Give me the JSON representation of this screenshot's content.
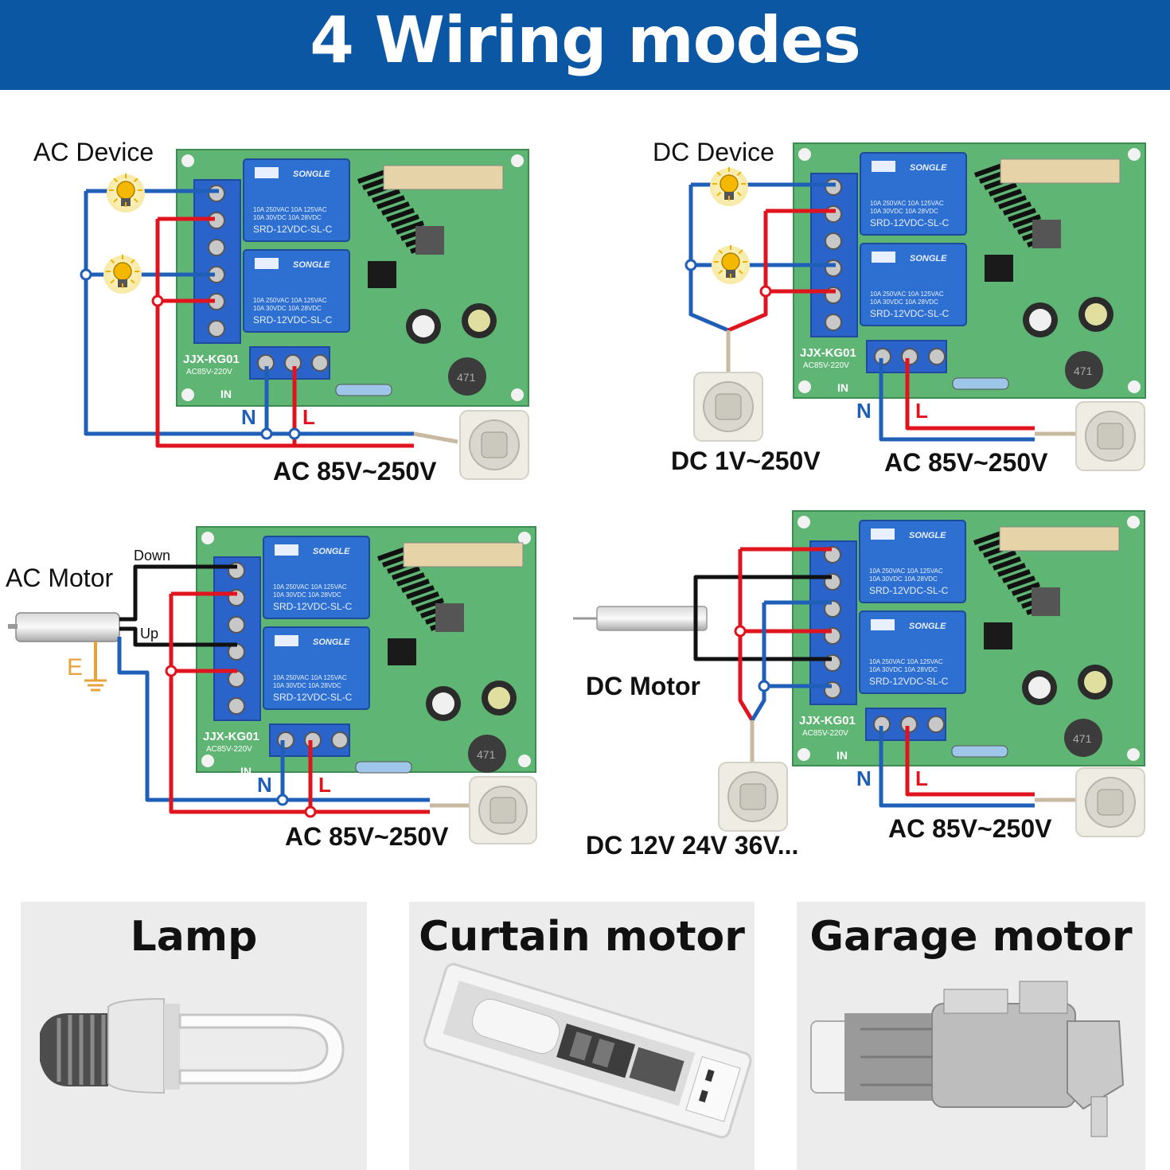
{
  "header": {
    "title": "4 Wiring modes"
  },
  "board": {
    "relay_brand": "SONGLE",
    "relay_rating": [
      "10A 250VAC  10A 125VAC",
      "10A  30VDC  10A  28VDC"
    ],
    "relay_model": "SRD-12VDC-SL-C",
    "board_model": "JJX-KG01",
    "board_voltage": "AC85V-220V",
    "input_label": "IN",
    "n_label": "N",
    "l_label": "L",
    "inductor_label": "471"
  },
  "modes": [
    {
      "device_label": "AC Device",
      "supply_label": "AC 85V~250V"
    },
    {
      "device_label": "DC Device",
      "dc_supply_label": "DC 1V~250V",
      "supply_label": "AC 85V~250V"
    },
    {
      "device_label": "AC Motor",
      "down_label": "Down",
      "up_label": "Up",
      "earth_label": "E",
      "supply_label": "AC 85V~250V"
    },
    {
      "device_label": "DC Motor",
      "dc_supply_label": "DC 12V 24V 36V...",
      "supply_label": "AC 85V~250V"
    }
  ],
  "applications": [
    {
      "label": "Lamp"
    },
    {
      "label": "Curtain motor"
    },
    {
      "label": "Garage motor"
    }
  ],
  "colors": {
    "banner": "#0b57a4",
    "wire_blue": "#1f5fb8",
    "wire_red": "#e0141e",
    "wire_black": "#111111",
    "board_green": "#5fb574",
    "relay_blue": "#2e6fd2",
    "terminal_blue": "#2a63c9"
  }
}
